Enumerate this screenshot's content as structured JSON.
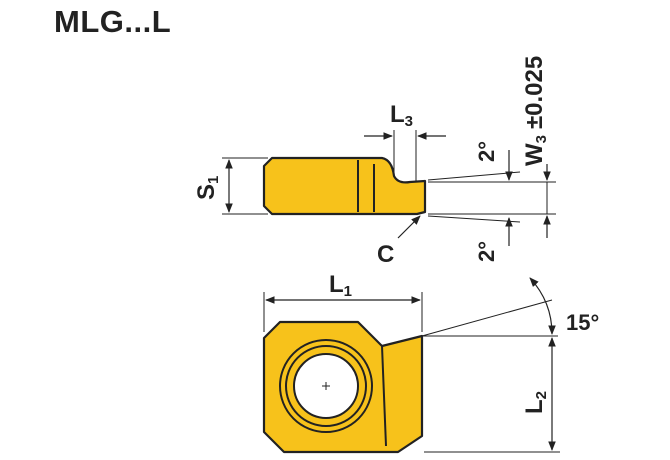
{
  "diagram": {
    "title": "MLG...L",
    "labels": {
      "l3_main": "L",
      "l3_sub": "3",
      "w3_main": "W",
      "w3_sub": "3",
      "w3_tol": "±0.025",
      "s1_main": "S",
      "s1_sub": "1",
      "c": "C",
      "angle_top": "2°",
      "angle_bottom": "2°",
      "l1_main": "L",
      "l1_sub": "1",
      "angle_15": "15°",
      "l2_main": "L",
      "l2_sub": "2"
    },
    "colors": {
      "insert_fill": "#f7c21b",
      "outline": "#222222",
      "hole": "#ffffff"
    }
  }
}
